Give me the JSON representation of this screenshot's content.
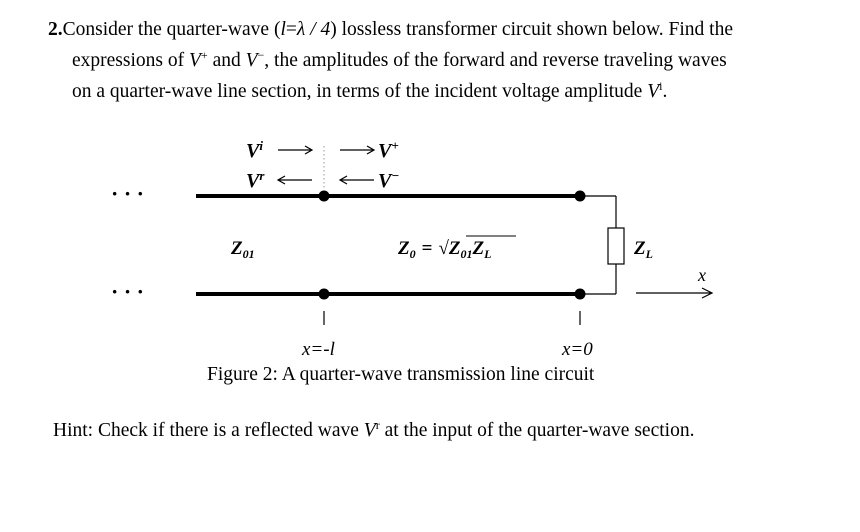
{
  "problem": {
    "number": "2.",
    "line1_pre": "Consider the quarter-wave (",
    "l_symbol": "l",
    "equals": "=",
    "lambda_expr": "λ / 4",
    "line1_post": ") lossless transformer circuit shown below. Find the",
    "line2_pre": "expressions of ",
    "V": "V",
    "plus": "+",
    "and": " and ",
    "minus": "−",
    "line2_post": ", the amplitudes of the forward and reverse traveling waves",
    "line3_pre": "on a quarter-wave line section, in terms of the incident voltage amplitude ",
    "i_sup": "i",
    "period": "."
  },
  "diagram": {
    "dots_left": "· · ·",
    "label_vi": "V",
    "sup_i": "i",
    "label_vr": "V",
    "sup_r": "r",
    "label_vplus": "V",
    "sup_plus": "+",
    "label_vminus": "V",
    "sup_minus": "−",
    "z01": "Z",
    "z01_sub": "01",
    "z0": "Z",
    "z0_sub": "0",
    "z0_eq": "=",
    "z0_sqrt_sym": "√",
    "z0_sqrt_a": "Z",
    "z0_sqrt_a_sub": "01",
    "z0_sqrt_b": "Z",
    "z0_sqrt_b_sub": "L",
    "zl": "Z",
    "zl_sub": "L",
    "x_axis_label": "x",
    "x_minus_l": "x=-l",
    "x_zero": "x=0"
  },
  "caption": "Figure 2: A quarter-wave transmission line circuit",
  "hint": {
    "pre": "Hint: Check if there is a reflected wave ",
    "V": "V",
    "r": "r",
    "post": " at the input of the quarter-wave section."
  }
}
